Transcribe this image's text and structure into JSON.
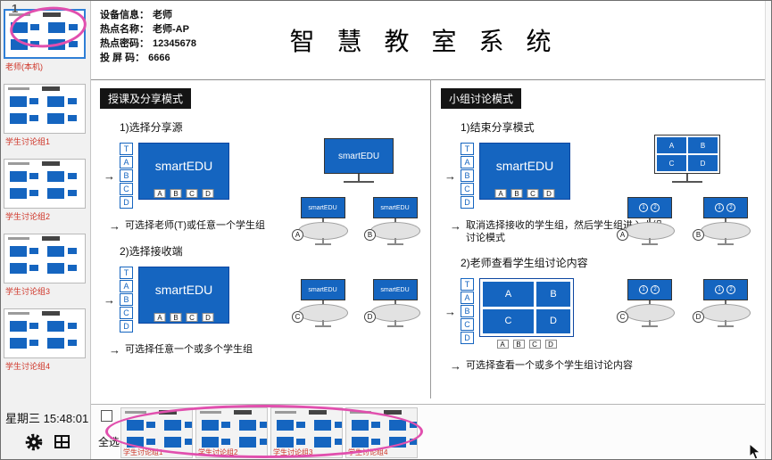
{
  "window": {
    "page_marker": "1"
  },
  "colors": {
    "accent_blue": "#1565c0",
    "annotation_pink": "#e14fae",
    "thumb_label_red": "#cf3326",
    "badge_black": "#141414"
  },
  "icons": {
    "arrow": "→"
  },
  "sidebar": {
    "items": [
      {
        "label": "老师(本机)"
      },
      {
        "label": "学生讨论组1"
      },
      {
        "label": "学生讨论组2"
      },
      {
        "label": "学生讨论组3"
      },
      {
        "label": "学生讨论组4"
      }
    ]
  },
  "header": {
    "info": [
      {
        "label": "设备信息：",
        "value": "老师"
      },
      {
        "label": "热点名称：",
        "value": "老师-AP"
      },
      {
        "label": "热点密码：",
        "value": "12345678"
      },
      {
        "label": "投 屏 码：",
        "value": "6666"
      }
    ],
    "title": "智 慧 教 室 系 统"
  },
  "share_mode": {
    "badge": "授课及分享模式",
    "step1_title": "1)选择分享源",
    "step1_note": "可选择老师(T)或任意一个学生组",
    "step2_title": "2)选择接收端",
    "step2_note": "可选择任意一个或多个学生组",
    "screen_label": "smartEDU",
    "selector": [
      "T",
      "A",
      "B",
      "C",
      "D"
    ],
    "ports": [
      "A",
      "B",
      "C",
      "D"
    ],
    "tables": [
      "A",
      "B",
      "C",
      "D"
    ]
  },
  "discuss_mode": {
    "badge": "小组讨论模式",
    "step1_title": "1)结束分享模式",
    "step1_note": "取消选择接收的学生组，然后学生组进入小组讨论模式",
    "step2_title": "2)老师查看学生组讨论内容",
    "step2_note": "可选择查看一个或多个学生组讨论内容",
    "screen_label": "smartEDU",
    "selector": [
      "T",
      "A",
      "B",
      "C",
      "D"
    ],
    "ports": [
      "A",
      "B",
      "C",
      "D"
    ],
    "quad": [
      "A",
      "B",
      "C",
      "D"
    ],
    "pane_numbers": [
      "1",
      "2"
    ],
    "tables": [
      "A",
      "B",
      "C",
      "D"
    ]
  },
  "bottom_bar": {
    "time": "星期三 15:48:01",
    "select_all_label": "全选",
    "thumbnails": [
      {
        "label": "学生讨论组1"
      },
      {
        "label": "学生讨论组2"
      },
      {
        "label": "学生讨论组3"
      },
      {
        "label": "学生讨论组4"
      }
    ]
  }
}
